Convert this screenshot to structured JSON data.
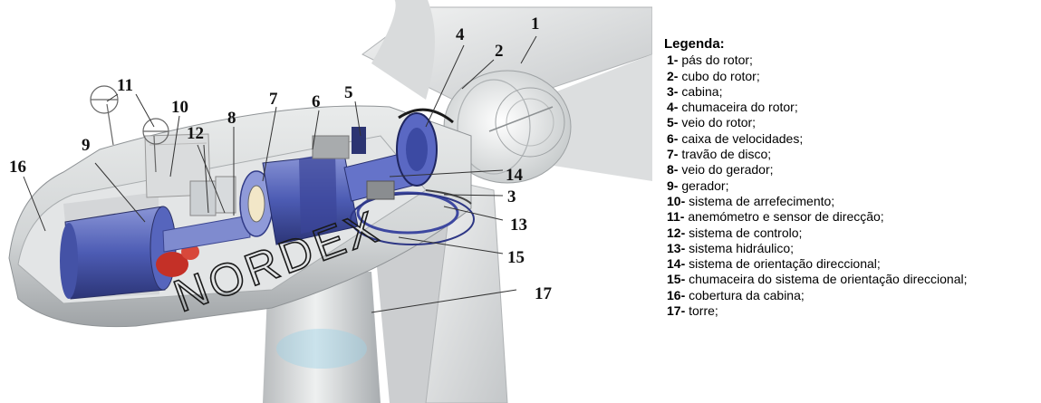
{
  "diagram": {
    "brand": "NORDEX",
    "callout_numbers": [
      "1",
      "2",
      "3",
      "4",
      "5",
      "6",
      "7",
      "8",
      "9",
      "10",
      "11",
      "12",
      "13",
      "14",
      "15",
      "16",
      "17"
    ]
  },
  "legend": {
    "title": "Legenda:",
    "items": [
      {
        "num": "1-",
        "text": " pás do rotor;"
      },
      {
        "num": "2-",
        "text": " cubo do rotor;"
      },
      {
        "num": "3-",
        "text": " cabina;"
      },
      {
        "num": "4-",
        "text": " chumaceira do rotor;"
      },
      {
        "num": "5-",
        "text": " veio do rotor;"
      },
      {
        "num": "6-",
        "text": " caixa de velocidades;"
      },
      {
        "num": "7-",
        "text": " travão de disco;"
      },
      {
        "num": "8-",
        "text": " veio do gerador;"
      },
      {
        "num": "9-",
        "text": " gerador;"
      },
      {
        "num": "10-",
        "text": " sistema de arrefecimento;"
      },
      {
        "num": "11-",
        "text": " anemómetro e sensor de direcção;"
      },
      {
        "num": "12-",
        "text": " sistema de controlo;"
      },
      {
        "num": "13-",
        "text": " sistema hidráulico;"
      },
      {
        "num": "14-",
        "text": " sistema de orientação direccional;"
      },
      {
        "num": "15-",
        "text": " chumaceira do sistema de orientação direccional;"
      },
      {
        "num": "16-",
        "text": " cobertura da cabina;"
      },
      {
        "num": "17-",
        "text": " torre;"
      }
    ]
  }
}
